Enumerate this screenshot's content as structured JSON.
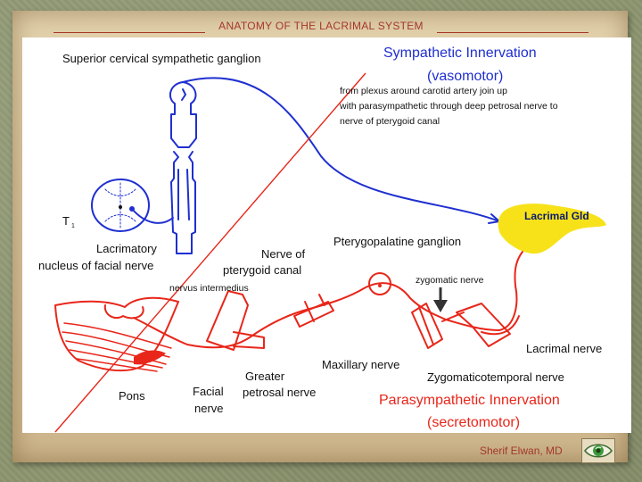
{
  "slide": {
    "title": "ANATOMY OF THE LACRIMAL SYSTEM",
    "author": "Sherif Elwan, MD",
    "logo": "eye-logo-icon"
  },
  "diagram": {
    "sympathetic": {
      "heading": "Sympathetic Innervation",
      "subheading": "(vasomotor)",
      "note_lines": [
        "from plexus around carotid artery join up",
        "with parasympathetic through deep petrosal nerve to",
        "nerve of pterygoid canal"
      ],
      "color": "#1f2fd0"
    },
    "parasympathetic": {
      "heading": "Parasympathetic Innervation",
      "subheading": "(secretomotor)",
      "color": "#e8261a"
    },
    "labels": {
      "superior_ganglion": "Superior cervical sympathetic ganglion",
      "t1": "T",
      "t1_sub": "1",
      "lacrimal_gland": "Lacrimal Gld",
      "lacrimatory_1": "Lacrimatory",
      "lacrimatory_2": "nucleus of facial nerve",
      "nerve_of_1": "Nerve of",
      "nerve_of_2": "pterygoid canal",
      "pterygopalatine": "Pterygopalatine ganglion",
      "zygomatic": "zygomatic nerve",
      "nervus_intermedius": "nervus intermedius",
      "maxillary": "Maxillary nerve",
      "lacrimal_nerve": "Lacrimal nerve",
      "zygomaticotemporal": "Zygomaticotemporal nerve",
      "pons": "Pons",
      "facial_1": "Facial",
      "facial_2": "nerve",
      "greater_1": "Greater",
      "greater_2": "petrosal nerve"
    },
    "gland_color": "#f7e21a",
    "line_color": "#222222"
  }
}
